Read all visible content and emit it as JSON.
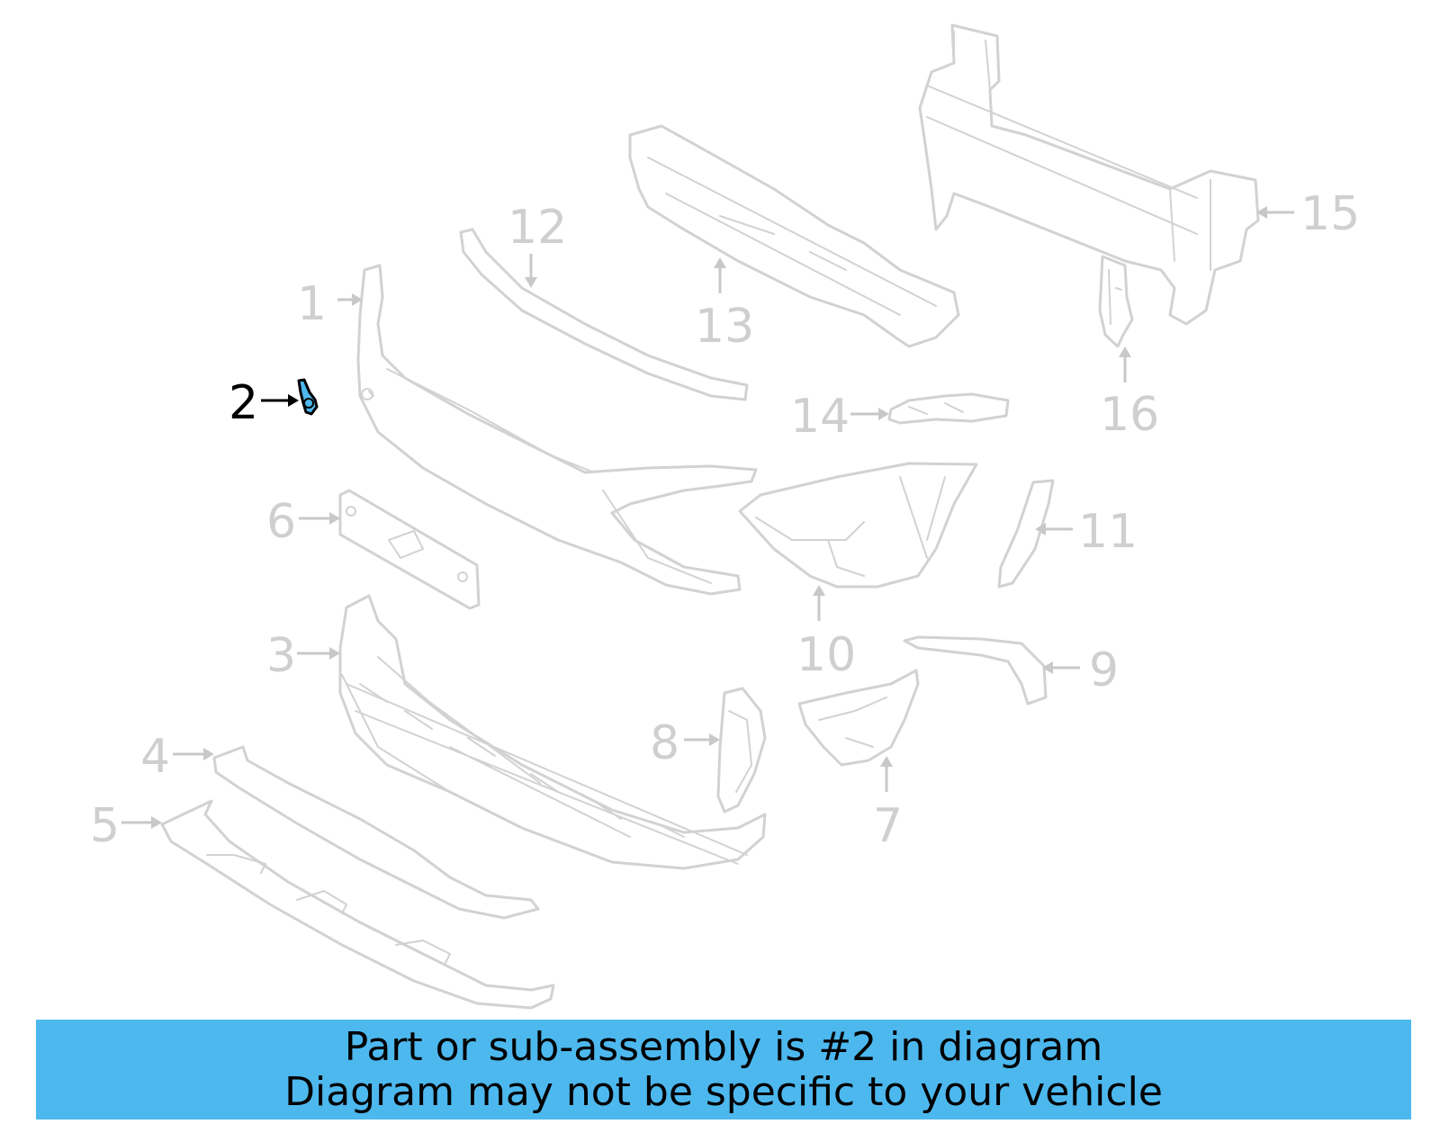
{
  "diagram": {
    "labels": {
      "p1": "1",
      "p2": "2",
      "p3": "3",
      "p4": "4",
      "p5": "5",
      "p6": "6",
      "p7": "7",
      "p8": "8",
      "p9": "9",
      "p10": "10",
      "p11": "11",
      "p12": "12",
      "p13": "13",
      "p14": "14",
      "p15": "15",
      "p16": "16"
    },
    "highlighted_part": "2",
    "colors": {
      "highlight": "#4db8ee",
      "parts": "#d2d2d2",
      "inactive_label": "#cfcfcf",
      "active_label": "#000000"
    }
  },
  "banner": {
    "line1": "Part or sub-assembly is #2 in diagram",
    "line2": "Diagram may not be specific to your vehicle",
    "background": "#4db8ee"
  }
}
